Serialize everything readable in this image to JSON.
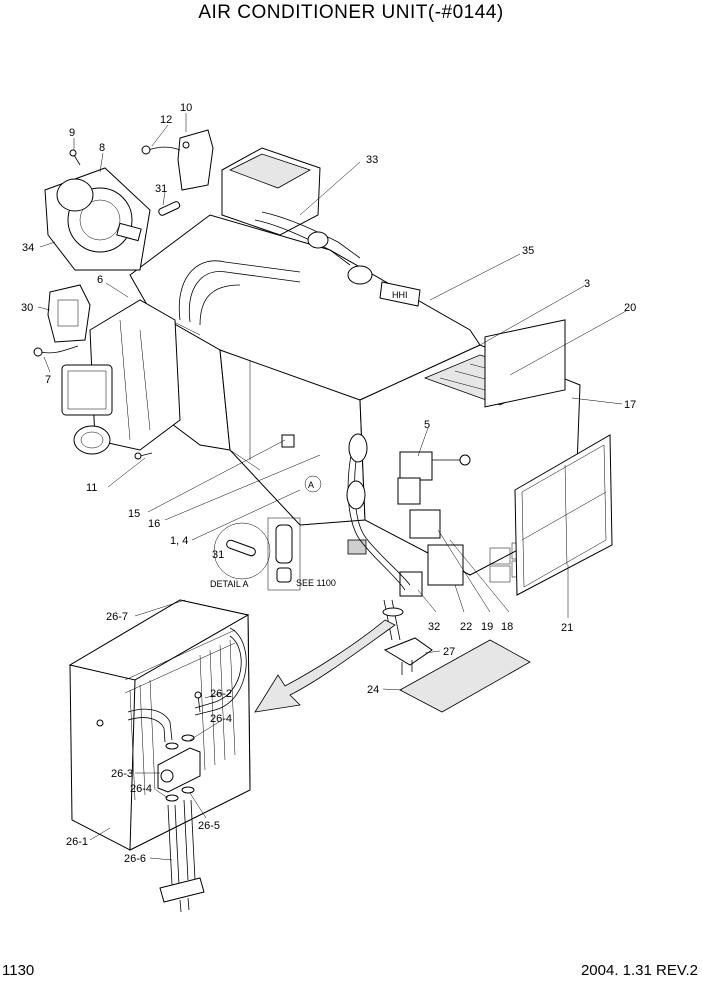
{
  "header": {
    "title": "AIR CONDITIONER UNIT(-#0144)"
  },
  "footer": {
    "page_number": "1130",
    "date_rev": "2004. 1.31  REV.2"
  },
  "detail": {
    "label": "DETAIL A",
    "part": "31",
    "marker": "A"
  },
  "reference": {
    "see": "SEE 1100"
  },
  "callouts": {
    "c1_4": "1, 4",
    "c3": "3",
    "c5": "5",
    "c6": "6",
    "c7": "7",
    "c8": "8",
    "c9": "9",
    "c10": "10",
    "c11": "11",
    "c12": "12",
    "c15": "15",
    "c16": "16",
    "c17": "17",
    "c18": "18",
    "c19": "19",
    "c20": "20",
    "c21": "21",
    "c22": "22",
    "c24": "24",
    "c27": "27",
    "c30": "30",
    "c31": "31",
    "c32": "32",
    "c33": "33",
    "c34": "34",
    "c35": "35",
    "c26_1": "26-1",
    "c26_2": "26-2",
    "c26_3": "26-3",
    "c26_4a": "26-4",
    "c26_4b": "26-4",
    "c26_5": "26-5",
    "c26_6": "26-6",
    "c26_7": "26-7"
  },
  "unit_tag": "HHI"
}
